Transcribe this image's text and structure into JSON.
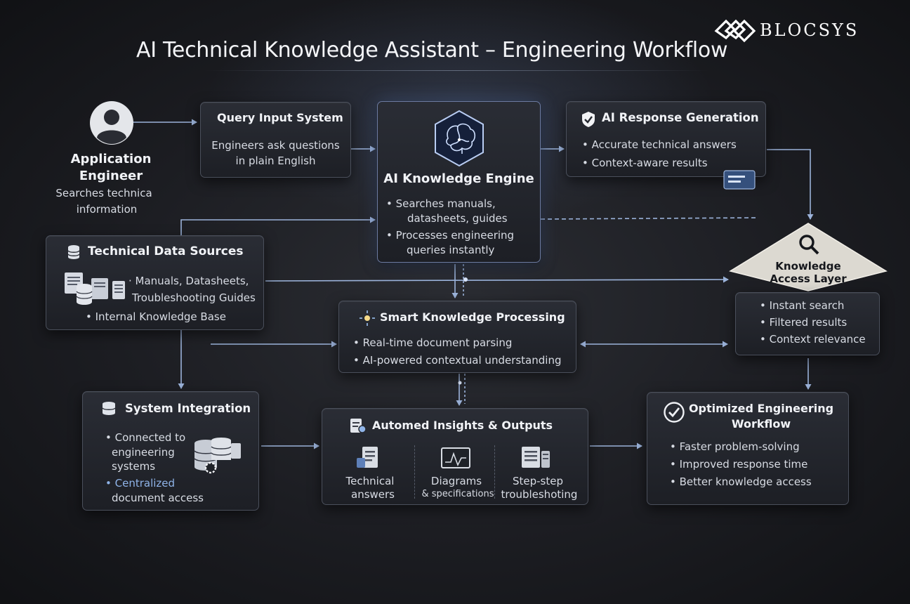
{
  "brand": {
    "logo_text": "BLOCSYS"
  },
  "title": "AI Technical Knowledge Assistant – Engineering Workflow",
  "colors": {
    "accent": "#8fb4e8",
    "card_border": "#4a4f5b",
    "background": "#1c1d22",
    "diamond": "#d9d6cd"
  },
  "engineer": {
    "icon": "user-avatar-icon",
    "title_line1": "Application",
    "title_line2": "Engineer",
    "desc_line1": "Searches technica",
    "desc_line2": "information"
  },
  "query": {
    "title": "Query Input System",
    "line1": "Engineers ask questions",
    "line2": "in plain English"
  },
  "engine": {
    "icon": "ai-brain-icon",
    "title": "AI Knowledge Engine",
    "bullets": [
      {
        "line1": "• Searches manuals,",
        "line2": "datasheets, guides"
      },
      {
        "line1": "• Processes engineering",
        "line2": "queries instantly"
      }
    ]
  },
  "response": {
    "icon": "shield-check-icon",
    "title": "AI Response Generation",
    "bullets": [
      "• Accurate technical answers",
      "• Context-aware results"
    ]
  },
  "sources": {
    "icon": "database-icon",
    "title": "Technical Data Sources",
    "line1": "· Manuals, Datasheets,",
    "line2": "Troubleshooting Guides",
    "line3": "• Internal Knowledge Base"
  },
  "access": {
    "icon": "magnifier-icon",
    "title_line1": "Knowledge",
    "title_line2": "Access Layer",
    "bullets": [
      "• Instant search",
      "• Filtered results",
      "• Context relevance"
    ]
  },
  "processing": {
    "icon": "sparkle-icon",
    "title": "Smart Knowledge Processing",
    "bullets": [
      "• Real-time document parsing",
      "• AI-powered contextual understanding"
    ]
  },
  "integration": {
    "icon": "server-stack-icon",
    "title": "System Integration",
    "bullet1": [
      "• Connected to",
      "engineering",
      "systems"
    ],
    "bullet2": [
      "• Centralized",
      "document access"
    ]
  },
  "insights": {
    "icon": "document-gear-icon",
    "title": "Automed Insights & Outputs",
    "items": [
      {
        "icon": "document-icon",
        "line1": "Technical",
        "line2": "answers"
      },
      {
        "icon": "diagram-chart-icon",
        "line1": "Diagrams",
        "line2": "& specifications"
      },
      {
        "icon": "checklist-icon",
        "line1": "Step-step",
        "line2": "troubleshoting"
      }
    ]
  },
  "optimized": {
    "icon": "check-circle-icon",
    "title_line1": "Optimized Engineering",
    "title_line2": "Workflow",
    "bullets": [
      "• Faster problem-solving",
      "• Improved response time",
      "• Better knowledge access"
    ]
  }
}
